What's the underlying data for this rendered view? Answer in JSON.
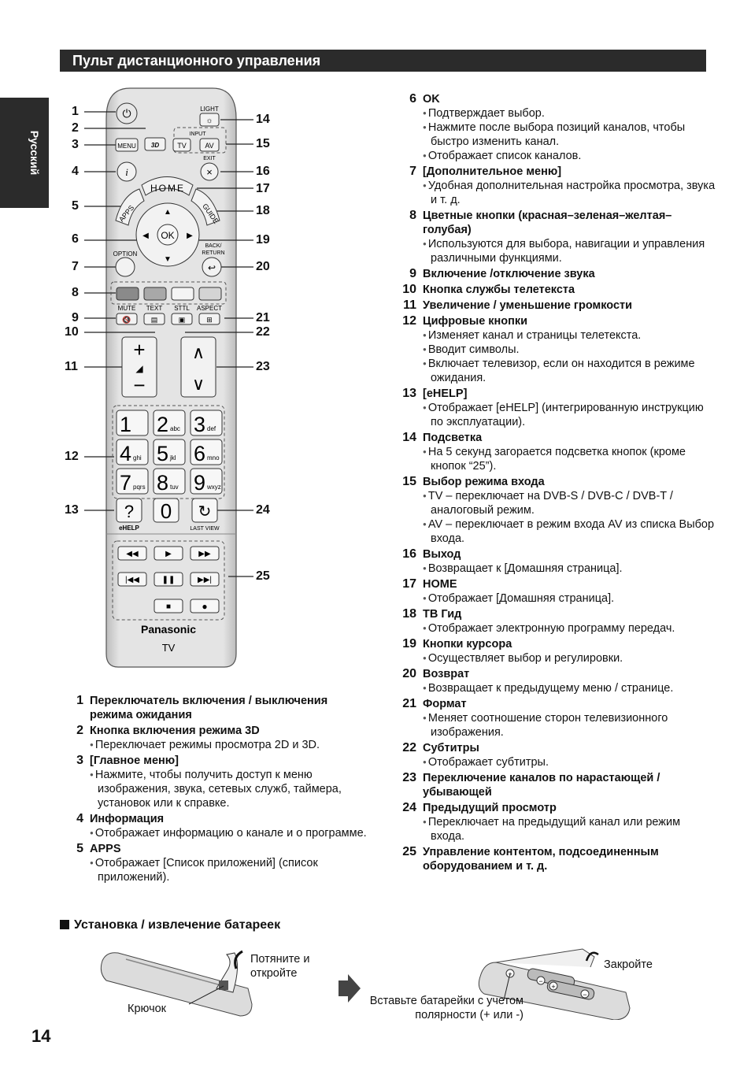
{
  "header": {
    "title": "Пульт дистанционного управления"
  },
  "side_tab": {
    "label": "Русский"
  },
  "page_number": "14",
  "remote": {
    "brand": "Panasonic",
    "model": "TV",
    "keys": {
      "light": "LIGHT",
      "input": "INPUT",
      "tv": "TV",
      "av": "AV",
      "exit": "EXIT",
      "menu": "MENU",
      "home": "HOME",
      "apps": "APPS",
      "guide": "GUIDE",
      "ok": "OK",
      "back": "BACK/",
      "return": "RETURN",
      "option": "OPTION",
      "mute": "MUTE",
      "text": "TEXT",
      "sttl": "STTL",
      "aspect": "ASPECT",
      "ehelp": "eHELP",
      "lastview": "LAST VIEW",
      "q": "?",
      "d0": "0"
    },
    "digits": [
      {
        "d": "1",
        "s": ""
      },
      {
        "d": "2",
        "s": "abc"
      },
      {
        "d": "3",
        "s": "def"
      },
      {
        "d": "4",
        "s": "ghi"
      },
      {
        "d": "5",
        "s": "jkl"
      },
      {
        "d": "6",
        "s": "mno"
      },
      {
        "d": "7",
        "s": "pqrs"
      },
      {
        "d": "8",
        "s": "tuv"
      },
      {
        "d": "9",
        "s": "wxyz"
      }
    ]
  },
  "callouts": {
    "c1": "1",
    "c2": "2",
    "c3": "3",
    "c4": "4",
    "c5": "5",
    "c6": "6",
    "c7": "7",
    "c8": "8",
    "c9": "9",
    "c10": "10",
    "c11": "11",
    "c12": "12",
    "c13": "13",
    "c14": "14",
    "c15": "15",
    "c16": "16",
    "c17": "17",
    "c18": "18",
    "c19": "19",
    "c20": "20",
    "c21": "21",
    "c22": "22",
    "c23": "23",
    "c24": "24",
    "c25": "25"
  },
  "left_items": [
    {
      "n": "1",
      "t": "Переключатель включения / выключения режима ожидания",
      "b": []
    },
    {
      "n": "2",
      "t": "Кнопка включения режима 3D",
      "b": [
        "Переключает режимы просмотра 2D и 3D."
      ]
    },
    {
      "n": "3",
      "t": "[Главное меню]",
      "b": [
        "Нажмите, чтобы получить доступ к меню изображения, звука, сетевых служб, таймера, установок или к справке."
      ]
    },
    {
      "n": "4",
      "t": "Информация",
      "b": [
        "Отображает информацию о канале и о программе."
      ]
    },
    {
      "n": "5",
      "t": "APPS",
      "b": [
        "Отображает [Список приложений] (список приложений)."
      ]
    }
  ],
  "right_items": [
    {
      "n": "6",
      "t": "OK",
      "b": [
        "Подтверждает выбор.",
        "Нажмите после выбора позиций каналов, чтобы быстро изменить канал.",
        "Отображает список каналов."
      ]
    },
    {
      "n": "7",
      "t": "[Дополнительное меню]",
      "b": [
        "Удобная дополнительная настройка просмотра, звука и т. д."
      ]
    },
    {
      "n": "8",
      "t": "Цветные кнопки (красная–зеленая–желтая–голубая)",
      "b": [
        "Используются для выбора, навигации и управления различными функциями."
      ]
    },
    {
      "n": "9",
      "t": "Включение /отключение звука",
      "b": []
    },
    {
      "n": "10",
      "t": "Кнопка службы телетекста",
      "b": []
    },
    {
      "n": "11",
      "t": "Увеличение / уменьшение громкости",
      "b": []
    },
    {
      "n": "12",
      "t": "Цифровые кнопки",
      "b": [
        "Изменяет канал и страницы телетекста.",
        "Вводит символы.",
        "Включает телевизор, если он находится в режиме ожидания."
      ]
    },
    {
      "n": "13",
      "t": "[eHELP]",
      "b": [
        "Отображает [eHELP] (интегрированную инструкцию по эксплуатации)."
      ]
    },
    {
      "n": "14",
      "t": "Подсветка",
      "b": [
        "На 5 секунд загорается подсветка кнопок (кроме кнопок “25”)."
      ]
    },
    {
      "n": "15",
      "t": "Выбор режима входа",
      "b": [
        "TV – переключает на DVB-S / DVB-C / DVB-T / аналоговый режим.",
        "AV – переключает в режим входа AV из списка Выбор входа."
      ]
    },
    {
      "n": "16",
      "t": "Выход",
      "b": [
        "Возвращает к [Домашняя страница]."
      ]
    },
    {
      "n": "17",
      "t": "HOME",
      "b": [
        "Отображает [Домашняя страница]."
      ]
    },
    {
      "n": "18",
      "t": "ТВ Гид",
      "b": [
        "Отображает электронную программу передач."
      ]
    },
    {
      "n": "19",
      "t": "Кнопки курсора",
      "b": [
        "Осуществляет выбор и регулировки."
      ]
    },
    {
      "n": "20",
      "t": "Возврат",
      "b": [
        "Возвращает к предыдущему меню / странице."
      ]
    },
    {
      "n": "21",
      "t": "Формат",
      "b": [
        "Меняет соотношение сторон телевизионного изображения."
      ]
    },
    {
      "n": "22",
      "t": "Субтитры",
      "b": [
        "Отображает субтитры."
      ]
    },
    {
      "n": "23",
      "t": "Переключение каналов по нарастающей / убывающей",
      "b": []
    },
    {
      "n": "24",
      "t": "Предыдущий просмотр",
      "b": [
        "Переключает на предыдущий канал или режим входа."
      ]
    },
    {
      "n": "25",
      "t": "Управление контентом, подсоединенным оборудованием и т. д.",
      "b": []
    }
  ],
  "battery": {
    "title": "Установка / извлечение батареек",
    "pull_open": "Потяните и откройте",
    "hook": "Крючок",
    "insert": "Вставьте батарейки с учетом полярности (+ или -)",
    "close": "Закройте"
  }
}
